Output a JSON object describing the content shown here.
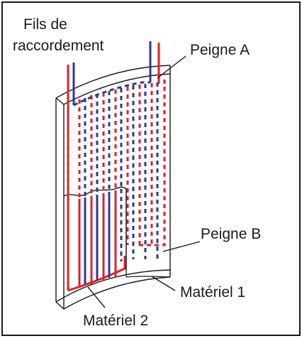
{
  "labels": {
    "connection_wires_line1": "Fils de",
    "connection_wires_line2": "raccordement",
    "comb_a": "Peigne A",
    "comb_b": "Peigne B",
    "material_1": "Matériel 1",
    "material_2": "Matériel 2"
  },
  "colors": {
    "red_wire": "#e3202a",
    "blue_wire": "#283b97",
    "outline": "#1a1a1a",
    "background": "#ffffff"
  }
}
